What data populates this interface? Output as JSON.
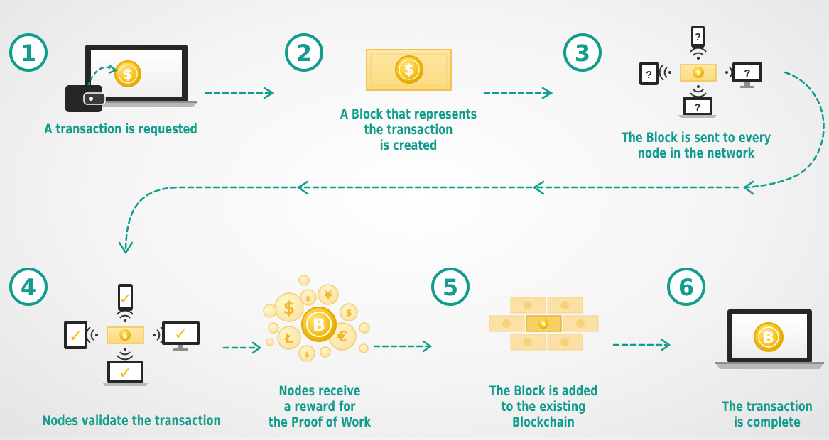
{
  "steps": [
    {
      "number": "1",
      "lines": [
        "A transaction is requested"
      ]
    },
    {
      "number": "2",
      "lines": [
        "A Block that represents",
        "the transaction",
        "is created"
      ]
    },
    {
      "number": "3",
      "lines": [
        "The Block is sent to every",
        "node in the network"
      ]
    },
    {
      "number": "4",
      "lines": [
        "Nodes validate the transaction"
      ]
    },
    {
      "number": "",
      "lines": [
        "Nodes receive",
        "a reward for",
        "the Proof of Work"
      ]
    },
    {
      "number": "5",
      "lines": [
        "The Block is added",
        "to the existing",
        "Blockchain"
      ]
    },
    {
      "number": "6",
      "lines": [
        "The transaction",
        "is complete"
      ]
    }
  ],
  "glyphs": {
    "dollar": "$",
    "bitcoin": "B",
    "question": "?",
    "check": "✓",
    "euro": "€",
    "yen": "¥",
    "litecoin": "Ł"
  },
  "colors": {
    "teal": "#129c8d",
    "gold": "#f7c21b",
    "dark": "#262626"
  }
}
